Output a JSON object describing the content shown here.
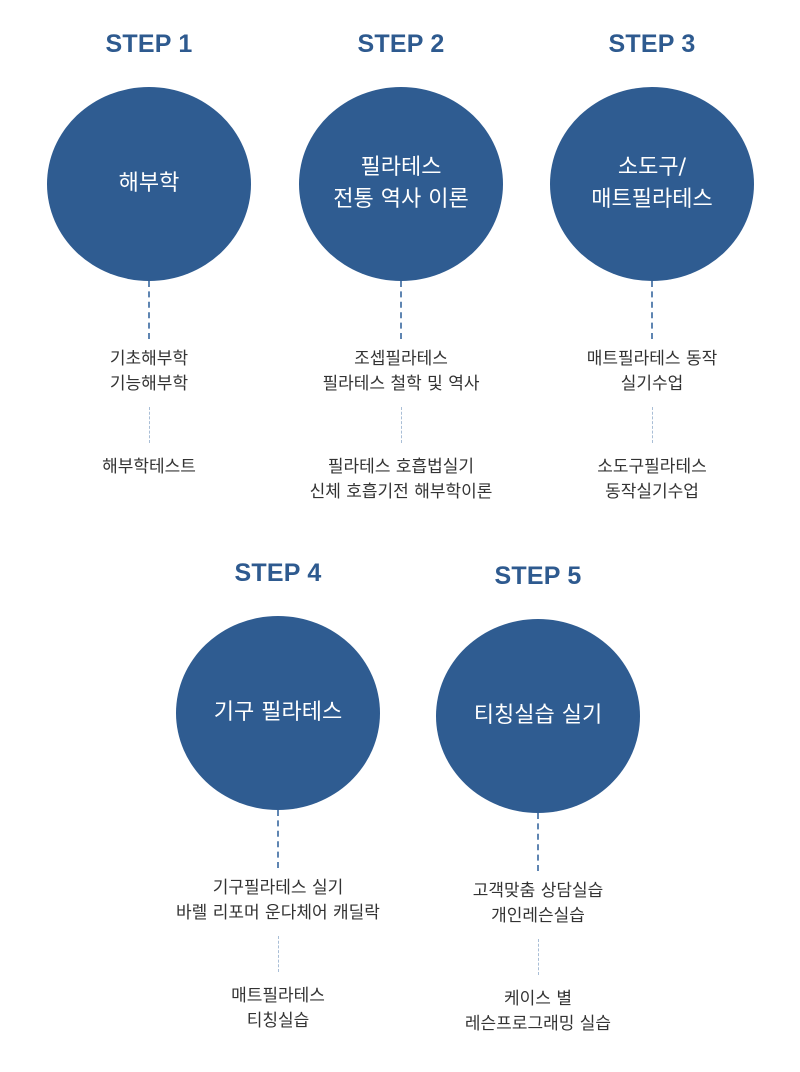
{
  "accent_color": "#2f5c91",
  "steps": [
    {
      "label": "STEP 1",
      "circle_lines": [
        "해부학"
      ],
      "details": [
        {
          "lines": [
            "기초해부학",
            "기능해부학"
          ]
        },
        {
          "lines": [
            "해부학테스트"
          ]
        }
      ]
    },
    {
      "label": "STEP 2",
      "circle_lines": [
        "필라테스",
        "전통 역사 이론"
      ],
      "details": [
        {
          "lines": [
            "조셉필라테스",
            "필라테스 철학 및 역사"
          ]
        },
        {
          "lines": [
            "필라테스 호흡법실기",
            "신체 호흡기전 해부학이론"
          ]
        }
      ]
    },
    {
      "label": "STEP 3",
      "circle_lines": [
        "소도구/",
        "매트필라테스"
      ],
      "details": [
        {
          "lines": [
            "매트필라테스 동작",
            "실기수업"
          ]
        },
        {
          "lines": [
            "소도구필라테스",
            "동작실기수업"
          ]
        }
      ]
    },
    {
      "label": "STEP 4",
      "circle_lines": [
        "기구 필라테스"
      ],
      "details": [
        {
          "lines": [
            "기구필라테스 실기",
            "바렐 리포머 운다체어 캐딜락"
          ]
        },
        {
          "lines": [
            "매트필라테스",
            "티칭실습"
          ]
        }
      ]
    },
    {
      "label": "STEP 5",
      "circle_lines": [
        "티칭실습 실기"
      ],
      "details": [
        {
          "lines": [
            "고객맞춤 상담실습",
            "개인레슨실습"
          ]
        },
        {
          "lines": [
            "케이스 별",
            "레슨프로그래밍 실습"
          ]
        }
      ]
    }
  ]
}
